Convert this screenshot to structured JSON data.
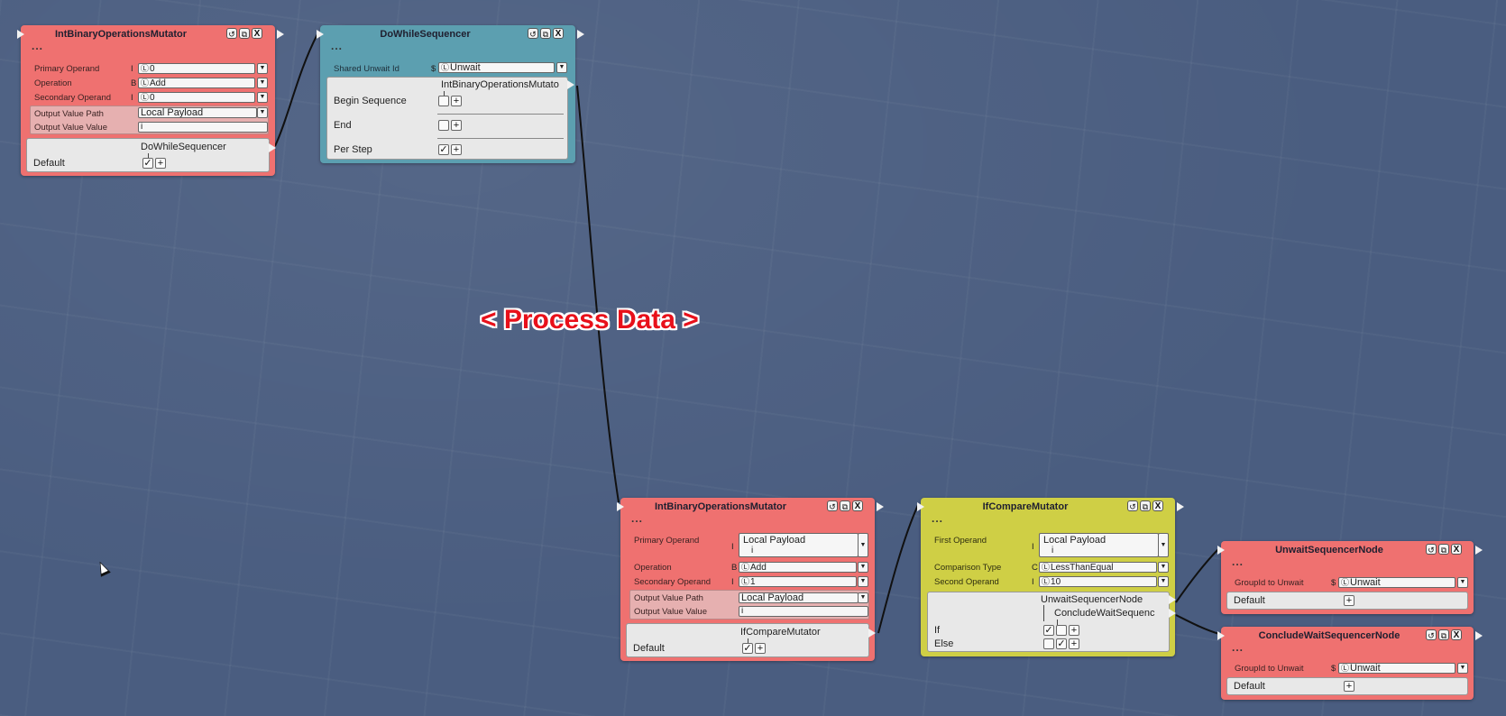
{
  "canvas_title": "< Process Data >",
  "title_buttons": {
    "refresh_glyph": "↺",
    "expand_glyph": "⧉",
    "close_glyph": "X"
  },
  "glyphs": {
    "value_icon": "Ⓛ",
    "dropdown": "▼",
    "check": "✓",
    "plus": "+"
  },
  "nodes": {
    "ibom_top": {
      "title": "IntBinaryOperationsMutator",
      "more": "...",
      "primary_operand": {
        "label": "Primary Operand",
        "flag": "I",
        "value": "0"
      },
      "operation": {
        "label": "Operation",
        "flag": "B",
        "value": "Add"
      },
      "secondary_operand": {
        "label": "Secondary Operand",
        "flag": "I",
        "value": "0"
      },
      "output_value_path": {
        "label": "Output Value Path",
        "value": "Local Payload"
      },
      "output_value_value": {
        "label": "Output Value Value",
        "value": "i"
      },
      "link_target": "DoWhileSequencer",
      "branch_label": "Default"
    },
    "dowhile": {
      "title": "DoWhileSequencer",
      "more": "...",
      "shared_unwait": {
        "label": "Shared Unwait Id",
        "flag": "$",
        "value": "Unwait"
      },
      "link_target": "IntBinaryOperationsMutato",
      "branches": [
        "Begin Sequence",
        "End",
        "Per Step"
      ]
    },
    "ibom_bottom": {
      "title": "IntBinaryOperationsMutator",
      "more": "...",
      "primary_operand": {
        "label": "Primary Operand",
        "flag": "I",
        "line1": "Local Payload",
        "line2": "i"
      },
      "operation": {
        "label": "Operation",
        "flag": "B",
        "value": "Add"
      },
      "secondary_operand": {
        "label": "Secondary Operand",
        "flag": "I",
        "value": "1"
      },
      "output_value_path": {
        "label": "Output Value Path",
        "value": "Local Payload"
      },
      "output_value_value": {
        "label": "Output Value Value",
        "value": "i"
      },
      "link_target": "IfCompareMutator",
      "branch_label": "Default"
    },
    "ifcompare": {
      "title": "IfCompareMutator",
      "more": "...",
      "first_operand": {
        "label": "First Operand",
        "flag": "I",
        "line1": "Local Payload",
        "line2": "i"
      },
      "comparison_type": {
        "label": "Comparison Type",
        "flag": "C",
        "value": "LessThanEqual"
      },
      "second_operand": {
        "label": "Second Operand",
        "flag": "I",
        "value": "10"
      },
      "link_target_1": "UnwaitSequencerNode",
      "link_target_2": "ConcludeWaitSequenc",
      "branches": [
        "If",
        "Else"
      ]
    },
    "unwait": {
      "title": "UnwaitSequencerNode",
      "more": "...",
      "group": {
        "label": "GroupId to Unwait",
        "flag": "$",
        "value": "Unwait"
      },
      "branch_label": "Default"
    },
    "conclude": {
      "title": "ConcludeWaitSequencerNode",
      "more": "...",
      "group": {
        "label": "GroupId to Unwait",
        "flag": "$",
        "value": "Unwait"
      },
      "branch_label": "Default"
    }
  },
  "colors": {
    "red_node": "#ef7170",
    "teal_node": "#5c9fb0",
    "yellow_node": "#cfcf45",
    "title_text": "#e8101a",
    "background": "#4a5d80"
  }
}
